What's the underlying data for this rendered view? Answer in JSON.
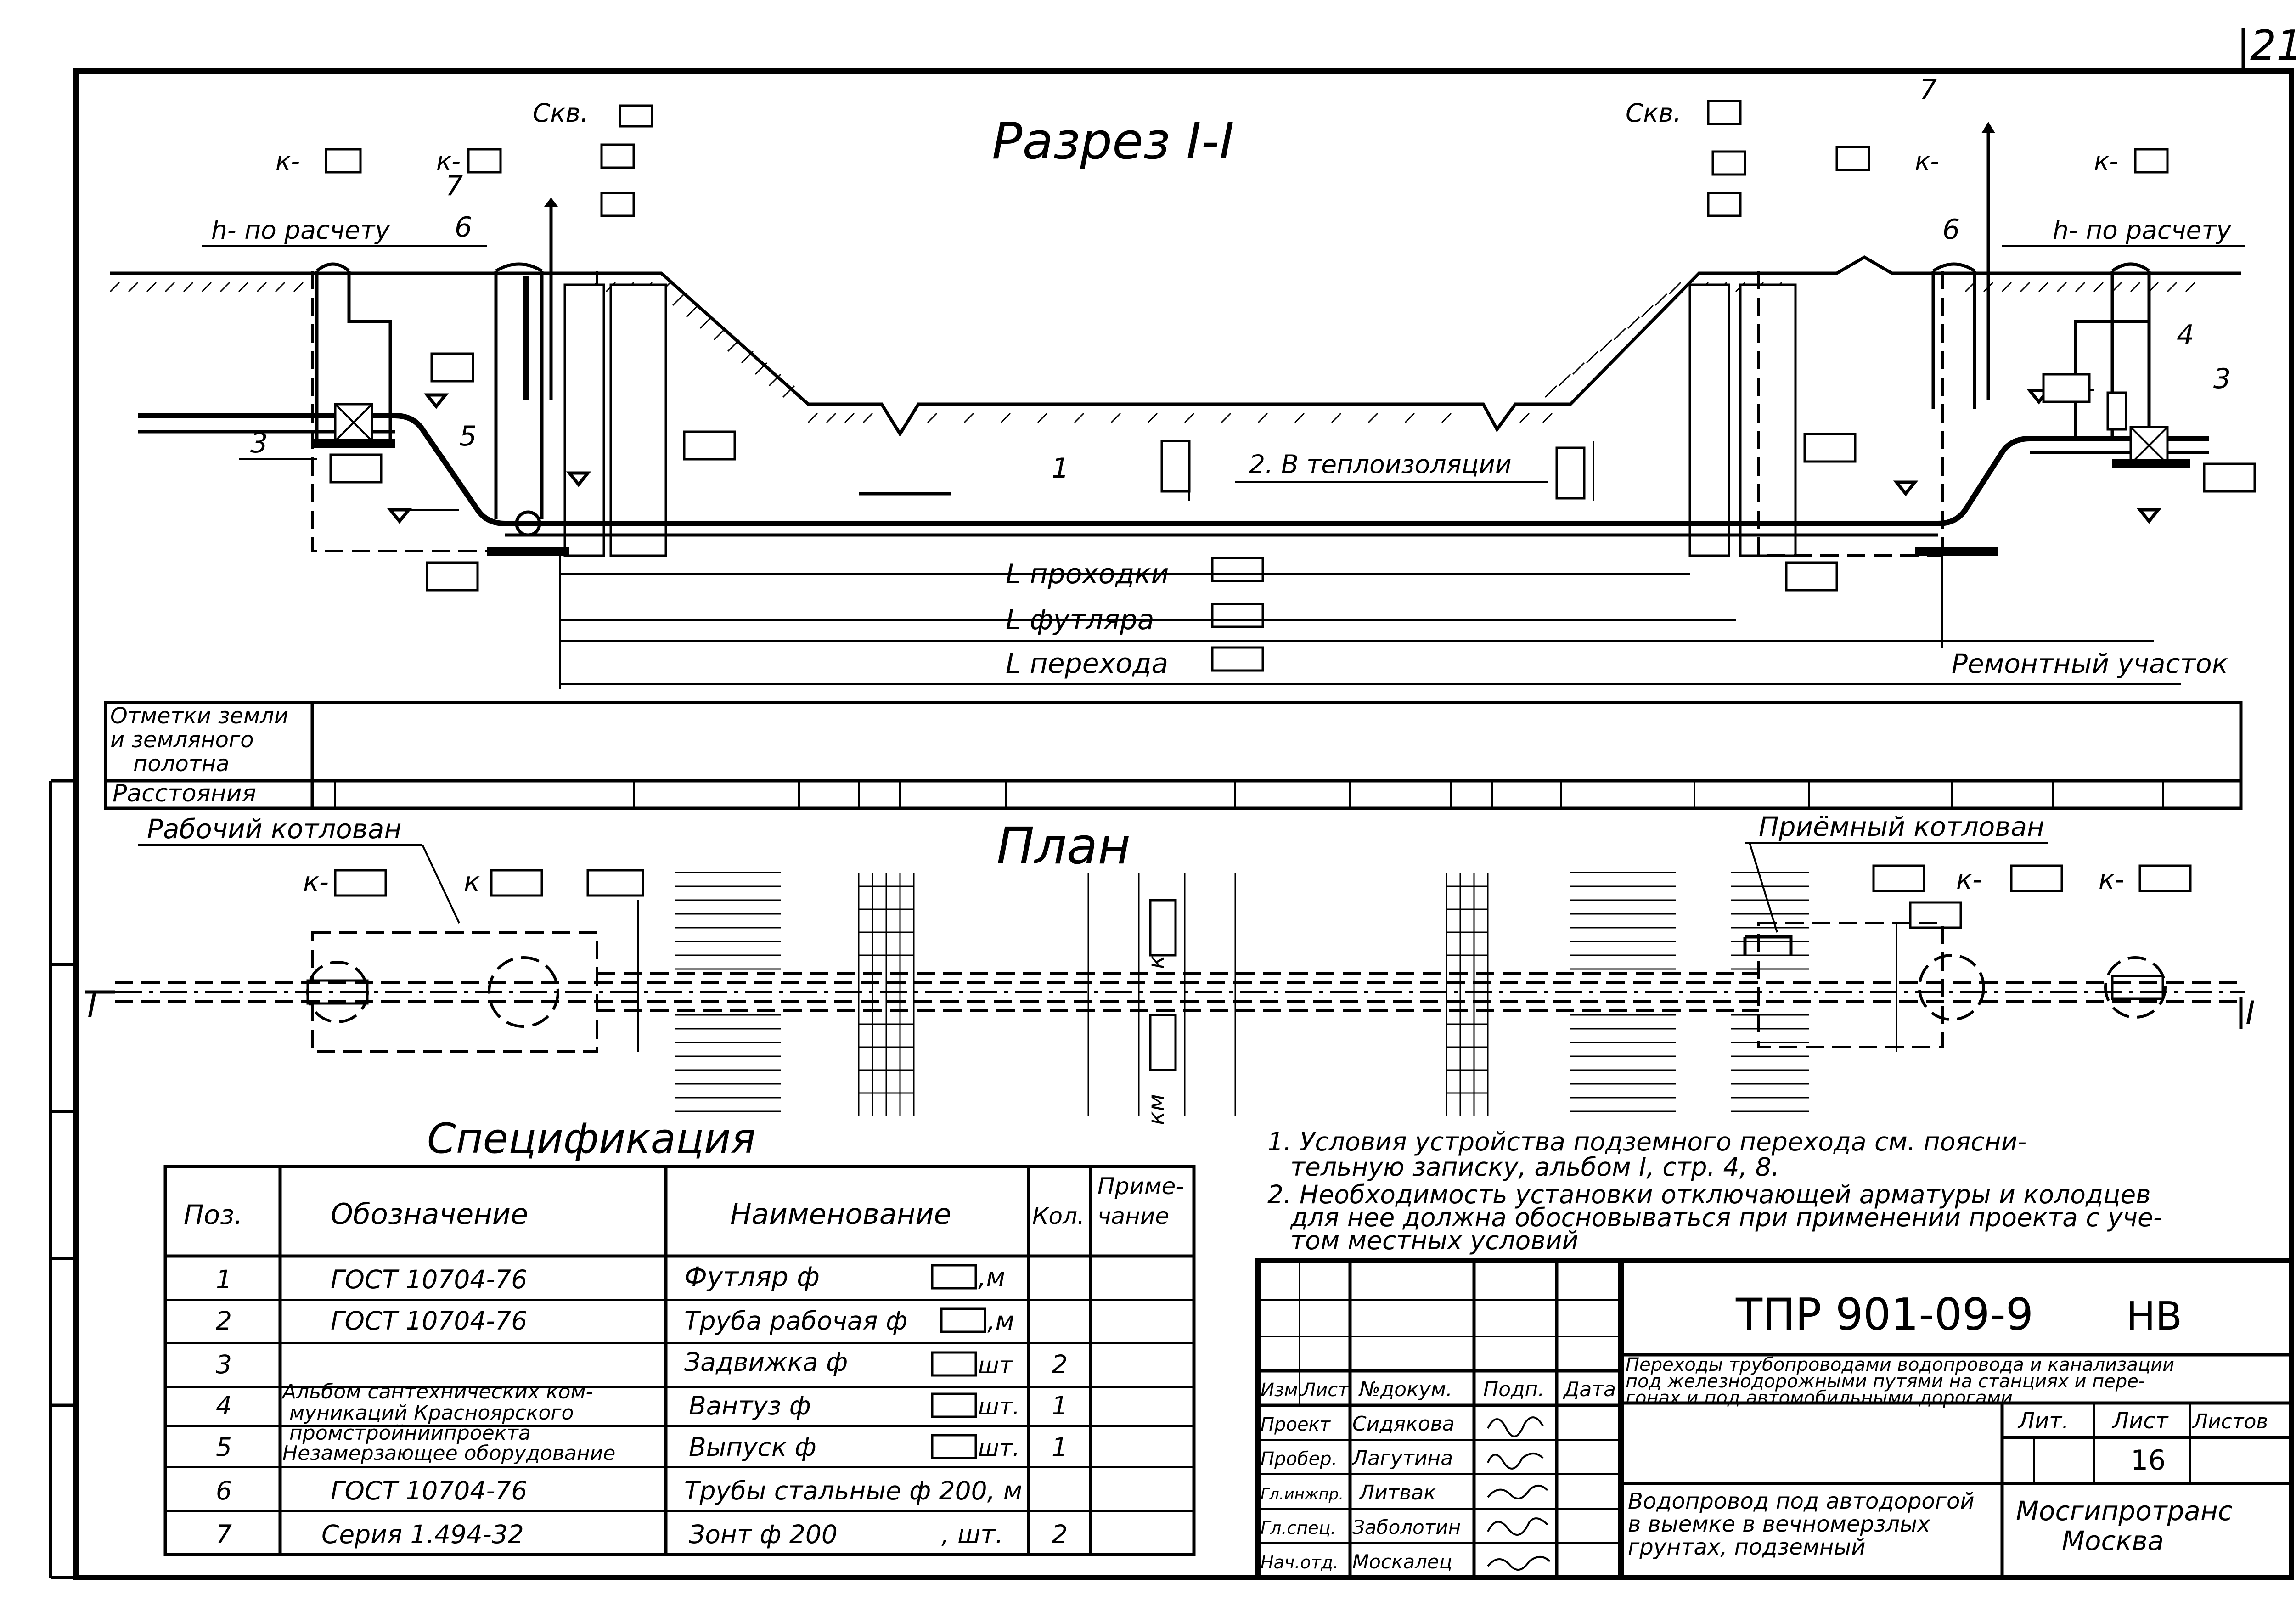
{
  "sheet_number": "21",
  "section": {
    "title": "Разрез I-I",
    "labels": {
      "skv_left": "Скв.",
      "skv_right": "Скв.",
      "k1": "к-",
      "k2": "к-",
      "k3": "к-",
      "k4": "к-",
      "h_left": "h- по расчету",
      "h_right": "h- по расчету",
      "n7_left": "7",
      "n7_right": "7",
      "n6_left": "6",
      "n6_right": "6",
      "n3_left": "3",
      "n3_right": "3",
      "n4_right": "4",
      "n5_left": "5",
      "n1": "1",
      "insulation": "2. В теплоизоляции",
      "l_prohodki": "L проходки",
      "l_futlyara": "L футляра",
      "l_perehoda": "L перехода",
      "repair": "Ремонтный  участок"
    }
  },
  "profile_table": {
    "row1": "Отметки земли и земляного полотна",
    "row2": "Расстояния"
  },
  "plan": {
    "title": "План",
    "rabochiy": "Рабочий котлован",
    "priemny": "Приёмный котлован",
    "k1": "к-",
    "k2": "к",
    "k3": "к-",
    "k4": "к-",
    "marker_left": "I",
    "marker_right": "I",
    "km1": "к",
    "km2": "км"
  },
  "notes": {
    "n1a": "1. Условия устройства подземного перехода см. поясни-",
    "n1b": "тельную записку, альбом I, стр. 4, 8.",
    "n2a": "2. Необходимость установки отключающей арматуры и колодцев",
    "n2b": "для нее должна обосновываться при применении проекта с уче-",
    "n2c": "том местных условий"
  },
  "specification": {
    "title": "Спецификация",
    "headers": {
      "pos": "Поз.",
      "designation": "Обозначение",
      "name": "Наименование",
      "qty": "Кол.",
      "note1": "Приме-",
      "note2": "чание"
    },
    "rows": [
      {
        "pos": "1",
        "designation": "ГОСТ 10704-76",
        "name": "Футляр    ф",
        "unit": ",м",
        "qty": ""
      },
      {
        "pos": "2",
        "designation": "ГОСТ 10704-76",
        "name": "Труба рабочая ф",
        "unit": ",м",
        "qty": ""
      },
      {
        "pos": "3",
        "designation": "",
        "name": "Задвижка    ф",
        "unit": "шт",
        "qty": "2"
      },
      {
        "pos": "4",
        "designation": "",
        "name": "Вантуз       ф",
        "unit": "шт.",
        "qty": "1"
      },
      {
        "pos": "5",
        "designation": "",
        "name": "Выпуск       ф",
        "unit": "шт.",
        "qty": "1"
      },
      {
        "pos": "6",
        "designation": "ГОСТ 10704-76",
        "name": "Трубы стальные ф 200, м",
        "unit": "",
        "qty": ""
      },
      {
        "pos": "7",
        "designation": "Серия 1.494-32",
        "name": "Зонт  ф 200",
        "unit": ", шт.",
        "qty": "2"
      }
    ],
    "album_note": [
      "Альбом сантехнических ком-",
      "муникаций Красноярского",
      "промстройниипроекта",
      "Незамерзающее оборудование"
    ]
  },
  "title_block": {
    "code": "ТПР 901-09-9",
    "suffix": "НВ",
    "desc": [
      "Переходы трубопроводами водопровода и канализации",
      "под железнодорожными путями на станциях и пере-",
      "гонах и под автомобильными дорогами"
    ],
    "col_headers": {
      "izm": "Изм.",
      "list": "Лист",
      "doc": "№докум.",
      "sign": "Подп.",
      "date": "Дата"
    },
    "people": [
      {
        "role": "Проект",
        "name": "Сидякова"
      },
      {
        "role": "Пробер.",
        "name": "Лагутина"
      },
      {
        "role": "Гл.инжпр.",
        "name": "Литвак"
      },
      {
        "role": "Гл.спец.",
        "name": "Заболотин"
      },
      {
        "role": "Нач.отд.",
        "name": "Москалец"
      }
    ],
    "lit": "Лит.",
    "sheet_label": "Лист",
    "sheets_label": "Листов",
    "sheet_value": "16",
    "drawing_name": [
      "Водопровод под автодорогой",
      "в выемке в вечномерзлых",
      "грунтах, подземный"
    ],
    "org": [
      "Мосгипротранс",
      "Москва"
    ]
  }
}
